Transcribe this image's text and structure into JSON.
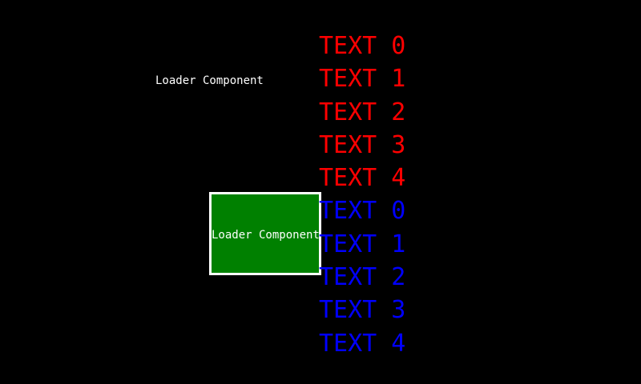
{
  "screen": {
    "background": "#000000"
  },
  "loader_label": {
    "text": "Loader Component",
    "color": "#ffffff"
  },
  "loader_panel": {
    "label": "Loader Component",
    "fill": "#008000",
    "border_color": "#ffffff",
    "label_color": "#ffffff"
  },
  "text_list": {
    "colors": {
      "red": "#ff0000",
      "blue": "#0000ff"
    },
    "items": [
      {
        "label": "TEXT 0",
        "group": "red"
      },
      {
        "label": "TEXT 1",
        "group": "red"
      },
      {
        "label": "TEXT 2",
        "group": "red"
      },
      {
        "label": "TEXT 3",
        "group": "red"
      },
      {
        "label": "TEXT 4",
        "group": "red"
      },
      {
        "label": "TEXT 0",
        "group": "blue"
      },
      {
        "label": "TEXT 1",
        "group": "blue"
      },
      {
        "label": "TEXT 2",
        "group": "blue"
      },
      {
        "label": "TEXT 3",
        "group": "blue"
      },
      {
        "label": "TEXT 4",
        "group": "blue"
      }
    ]
  }
}
